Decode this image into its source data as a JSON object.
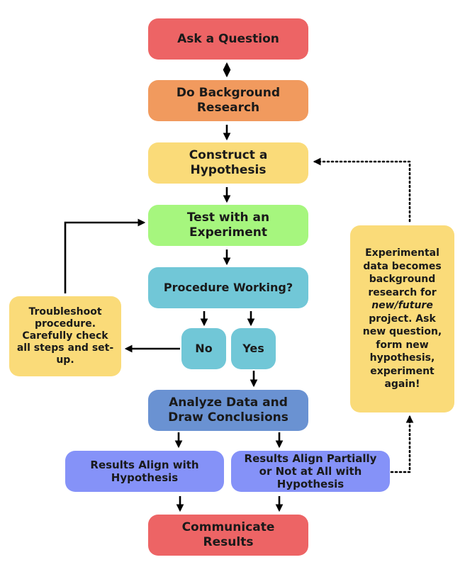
{
  "colors": {
    "red": "#ED6465",
    "orange": "#F19A5E",
    "yellow": "#FADB79",
    "green": "#A6F67E",
    "teal": "#71C7D7",
    "blue": "#6A92D2",
    "purple": "#8592F8"
  },
  "nodes": {
    "ask_question": "Ask a Question",
    "background_research": "Do Background Research",
    "hypothesis": "Construct a Hypothesis",
    "experiment": "Test with an Experiment",
    "procedure_working": "Procedure Working?",
    "no": "No",
    "yes": "Yes",
    "troubleshoot": "Troubleshoot procedure. Carefully check all steps and set-up.",
    "analyze": "Analyze Data and Draw Conclusions",
    "results_align": "Results Align with Hypothesis",
    "results_partial": "Results Align Partially or Not at All with Hypothesis",
    "communicate": "Communicate Results",
    "experimental_data": {
      "before": "Experimental data becomes background research for",
      "emphasis": "new/future",
      "after": "project. Ask new question, form new hypothesis, experiment again!"
    }
  }
}
